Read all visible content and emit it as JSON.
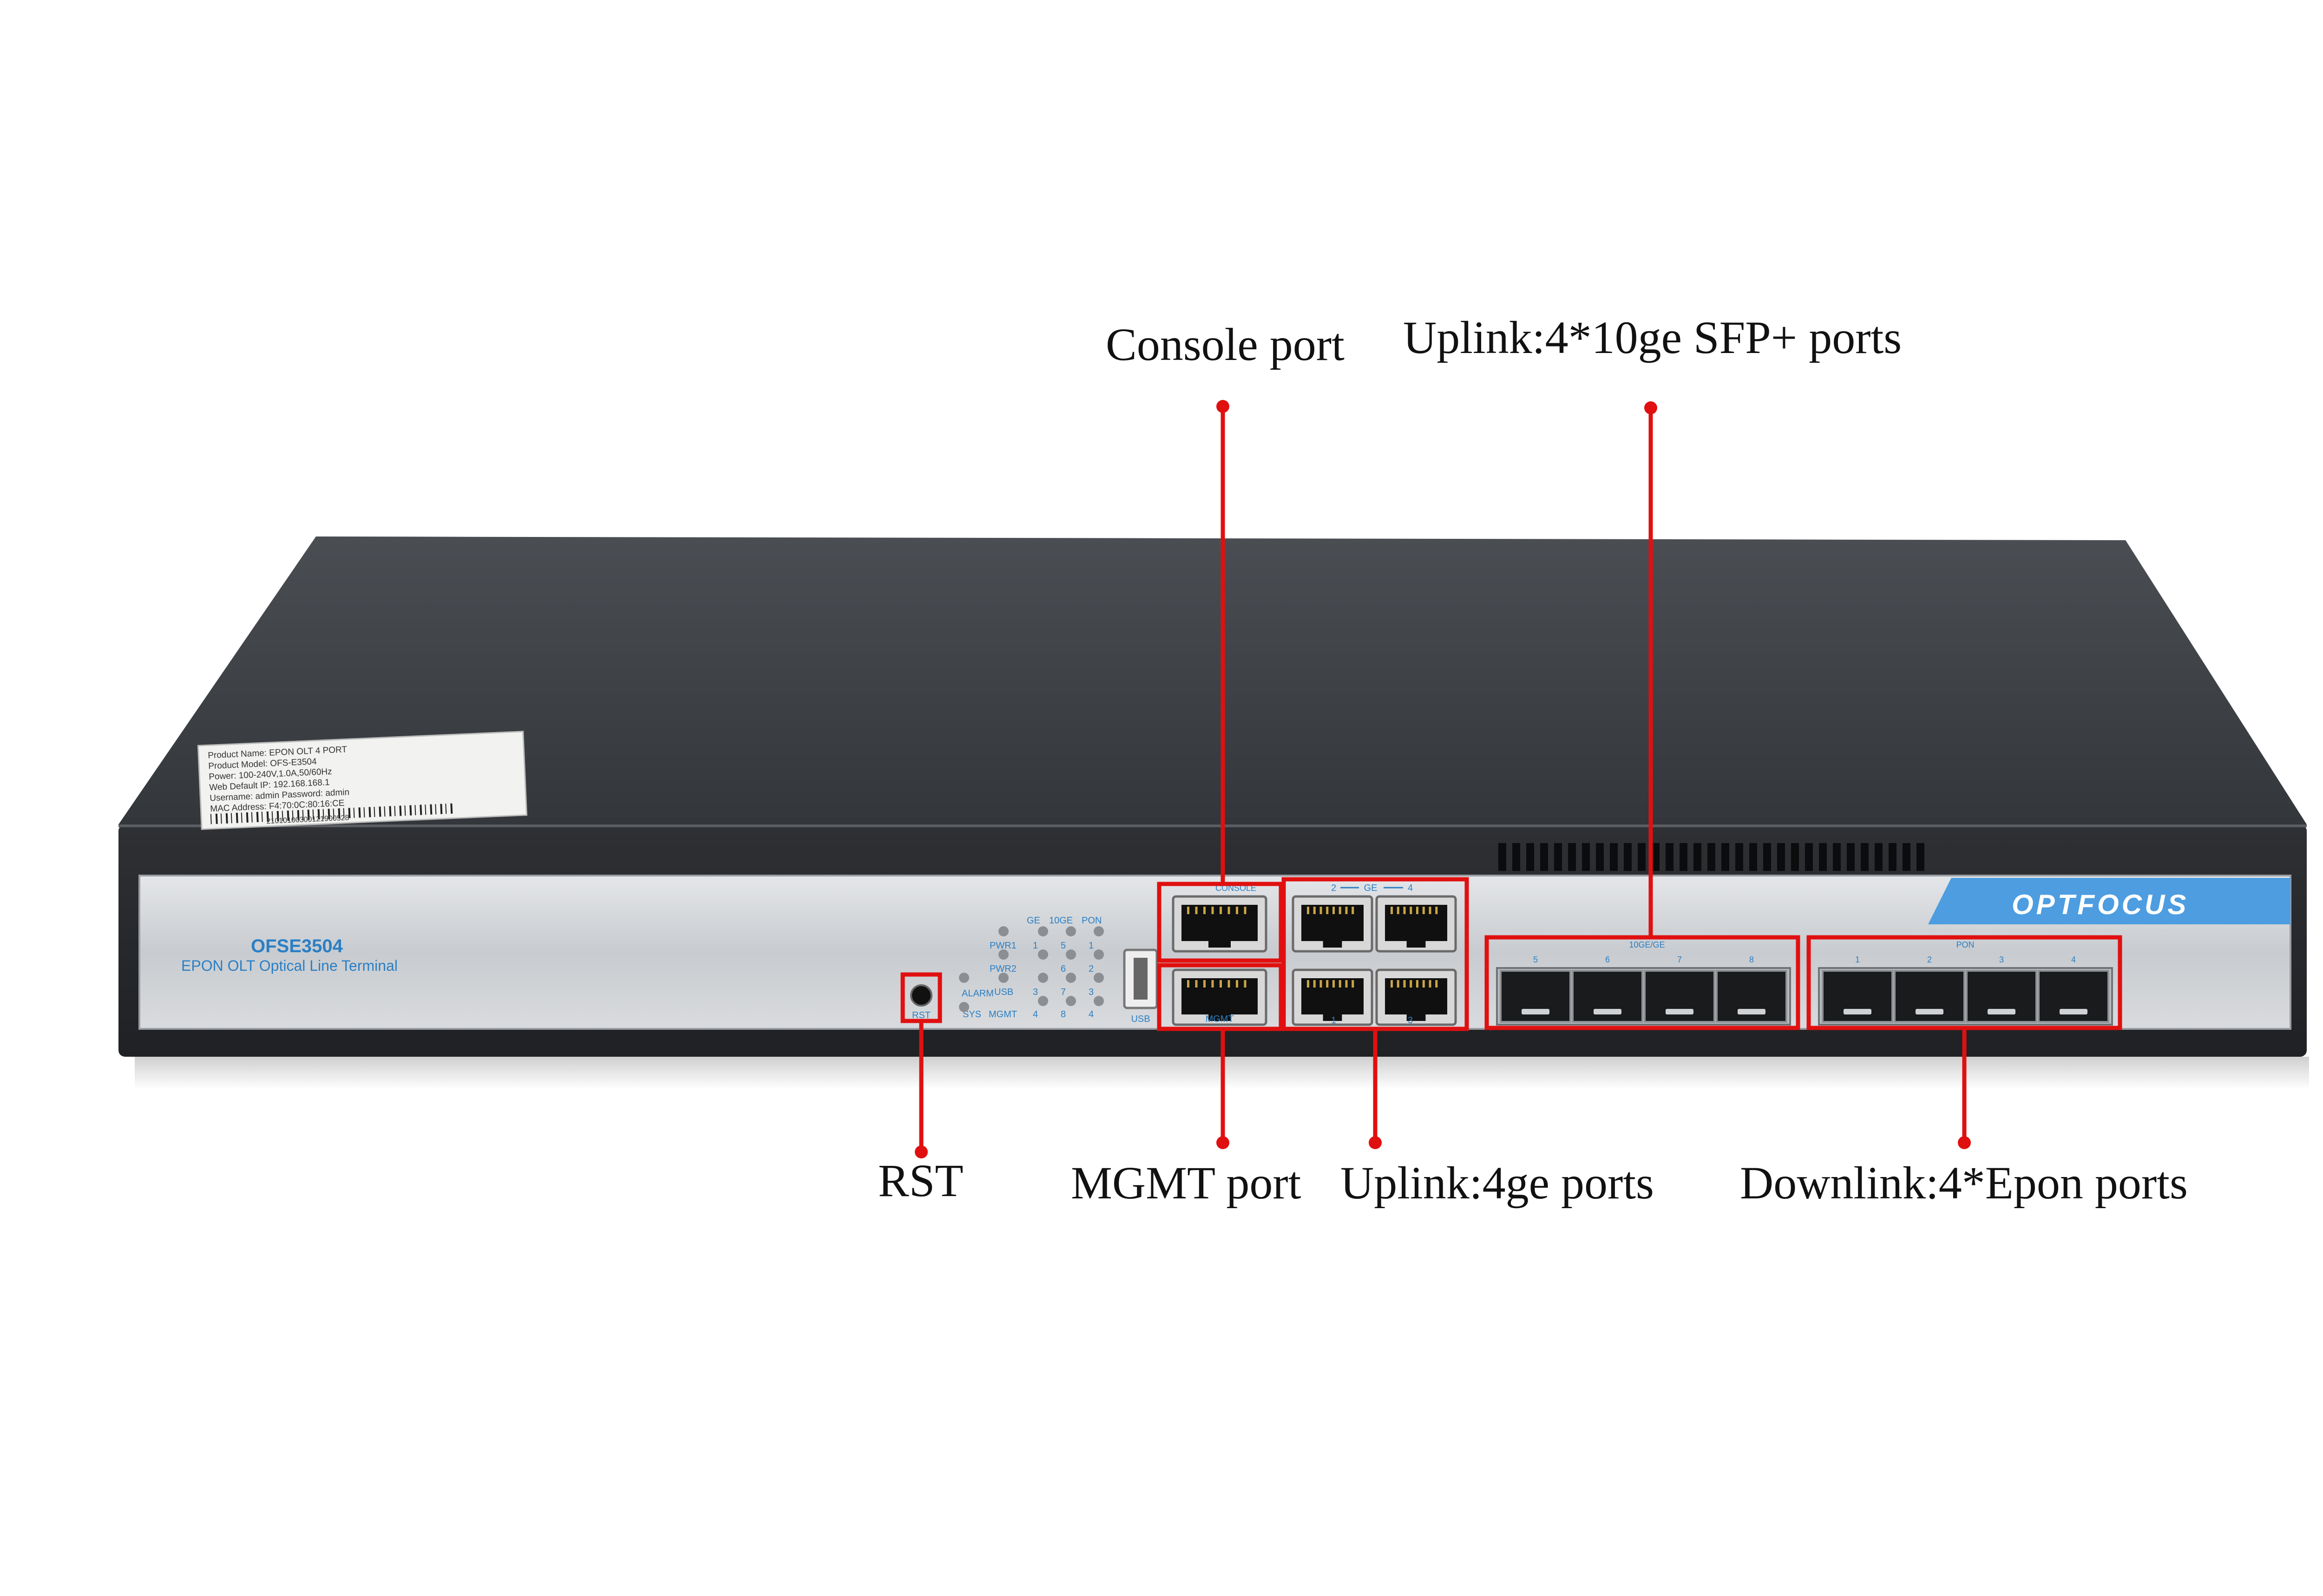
{
  "annotations": {
    "console": "Console port",
    "uplink_sfp": "Uplink:4*10ge SFP+ ports",
    "rst": "RST",
    "mgmt": "MGMT port",
    "uplink_ge": "Uplink:4ge ports",
    "downlink": "Downlink:4*Epon ports"
  },
  "device": {
    "model": "OFSE3504",
    "subtitle": "EPON OLT Optical Line Terminal",
    "brand": "OPTFOCUS",
    "sticker": {
      "line1": "Product Name: EPON OLT 4 PORT",
      "line2": "Product Model: OFS-E3504",
      "line3": "Power: 100-240V,1.0A,50/60Hz",
      "line4": "Web Default IP: 192.168.168.1",
      "line5": "Username: admin    Password: admin",
      "line6": "MAC Address: F4:70:0C:80:16:CE",
      "serial": "21010100300121900528"
    },
    "leds": {
      "col_ge": "GE",
      "col_10ge": "10GE",
      "col_pon": "PON",
      "pwr1": "PWR1",
      "pwr2": "PWR2",
      "usb_led": "USB",
      "alarm": "ALARM",
      "sys": "SYS",
      "mgmt_led": "MGMT",
      "n1": "1",
      "n2": "2",
      "n3": "3",
      "n4": "4",
      "n5": "5",
      "n6": "6",
      "n7": "7",
      "n8": "8"
    },
    "rst_label": "RST",
    "usb_label": "USB",
    "console_label": "CONSOLE",
    "mgmt_label": "MGMT",
    "ge_header": "GE",
    "ge_top_left": "2",
    "ge_top_right": "4",
    "ge_bottom_left": "1",
    "ge_bottom_right": "3",
    "sfp_header": "10GE/GE",
    "sfp_numbers": [
      "5",
      "6",
      "7",
      "8"
    ],
    "pon_header": "PON",
    "pon_numbers": [
      "1",
      "2",
      "3",
      "4"
    ]
  },
  "colors": {
    "annotation_red": "#e01010",
    "panel_blue": "#2b7fc4",
    "chassis": "#3a3d41",
    "panel_face": "#c9ccd0"
  }
}
